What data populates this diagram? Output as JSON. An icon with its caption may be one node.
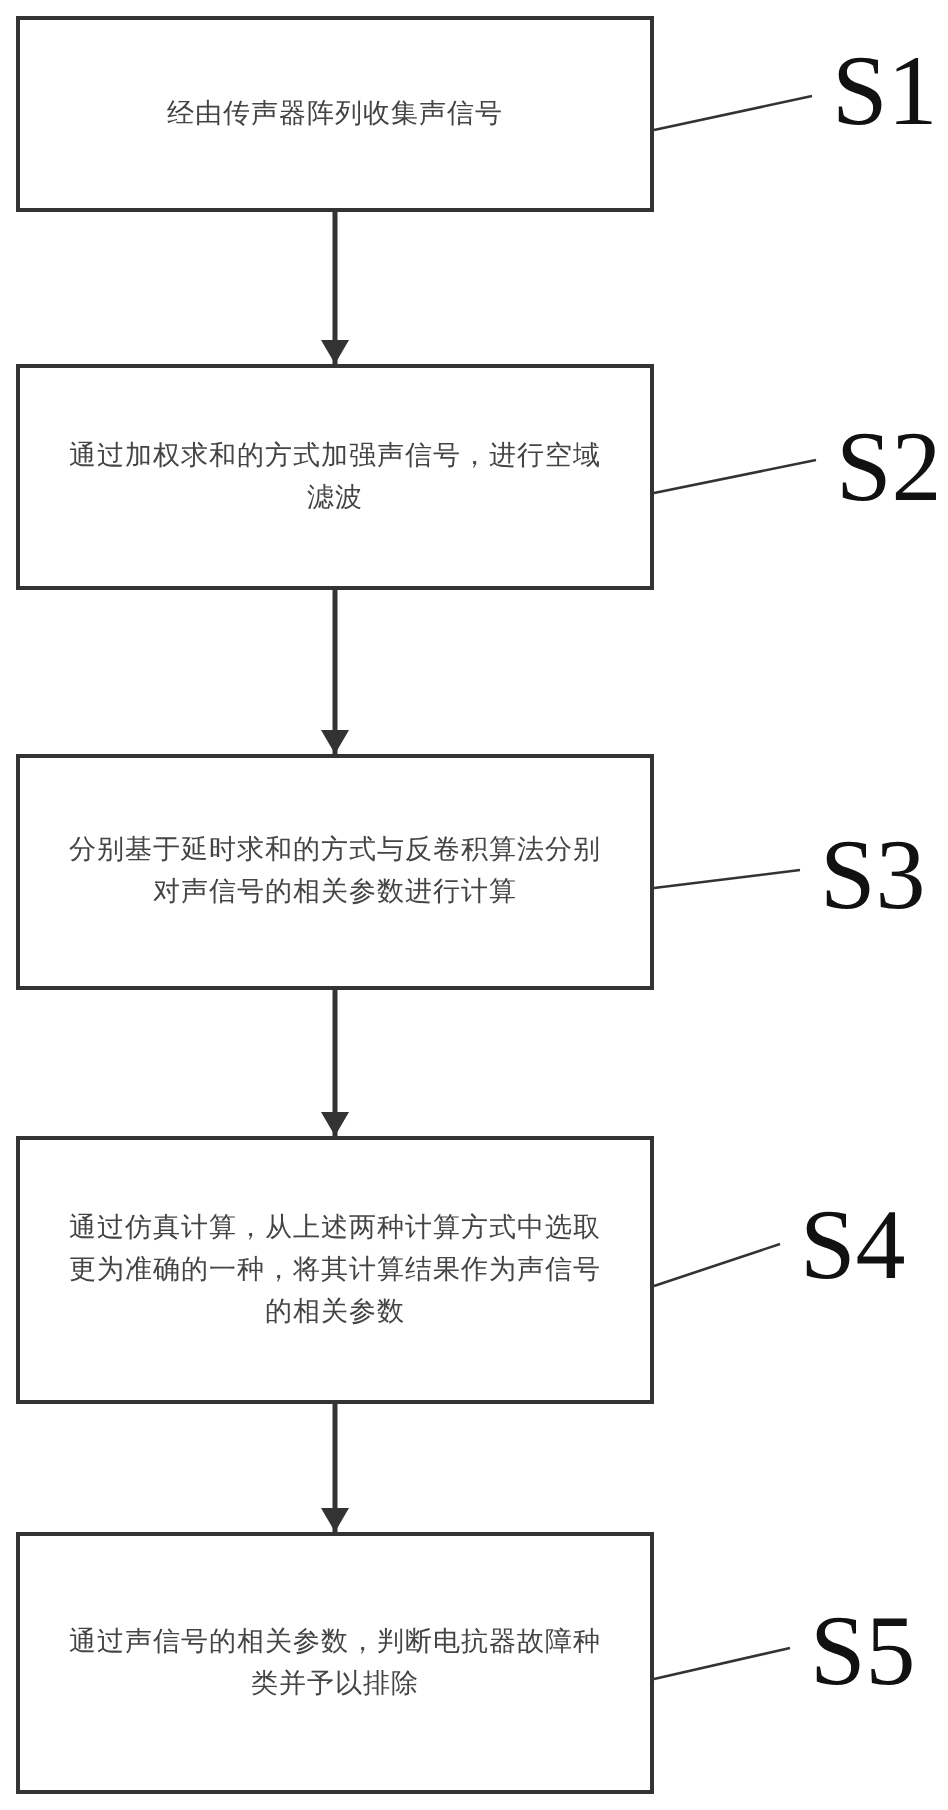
{
  "diagram": {
    "nodes": [
      {
        "text": [
          "经由传声器阵列收集声信号"
        ]
      },
      {
        "text": [
          "通过加权求和的方式加强声信号，进行空域滤波"
        ]
      },
      {
        "text": [
          "分别基于延时求和的方式与反卷积算法分别对声信号的相关参数进行计算"
        ]
      },
      {
        "text": [
          "通过仿真计算，从上述两种计算方式中选取更为准确的一种，将其计算结果作为声信号的相关参数"
        ]
      },
      {
        "text": [
          "通过声信号的相关参数，判断电抗器故障种类并予以排除"
        ]
      },
      {
        "text": [
          "S1"
        ]
      },
      {
        "text": [
          "S2"
        ]
      },
      {
        "text": [
          "S3"
        ]
      },
      {
        "text": [
          "S4"
        ]
      },
      {
        "text": [
          "S5"
        ]
      }
    ],
    "edges": [
      {
        "from": 0,
        "to": 1,
        "arrow": "to"
      },
      {
        "from": 1,
        "to": 2,
        "arrow": "to"
      },
      {
        "from": 2,
        "to": 3,
        "arrow": "to"
      },
      {
        "from": 3,
        "to": 4,
        "arrow": "to"
      },
      {
        "from": 5,
        "to": 0,
        "arrow": "none"
      },
      {
        "from": 6,
        "to": 1,
        "arrow": "none"
      },
      {
        "from": 7,
        "to": 2,
        "arrow": "none"
      },
      {
        "from": 8,
        "to": 3,
        "arrow": "none"
      },
      {
        "from": 9,
        "to": 4,
        "arrow": "none"
      }
    ]
  }
}
